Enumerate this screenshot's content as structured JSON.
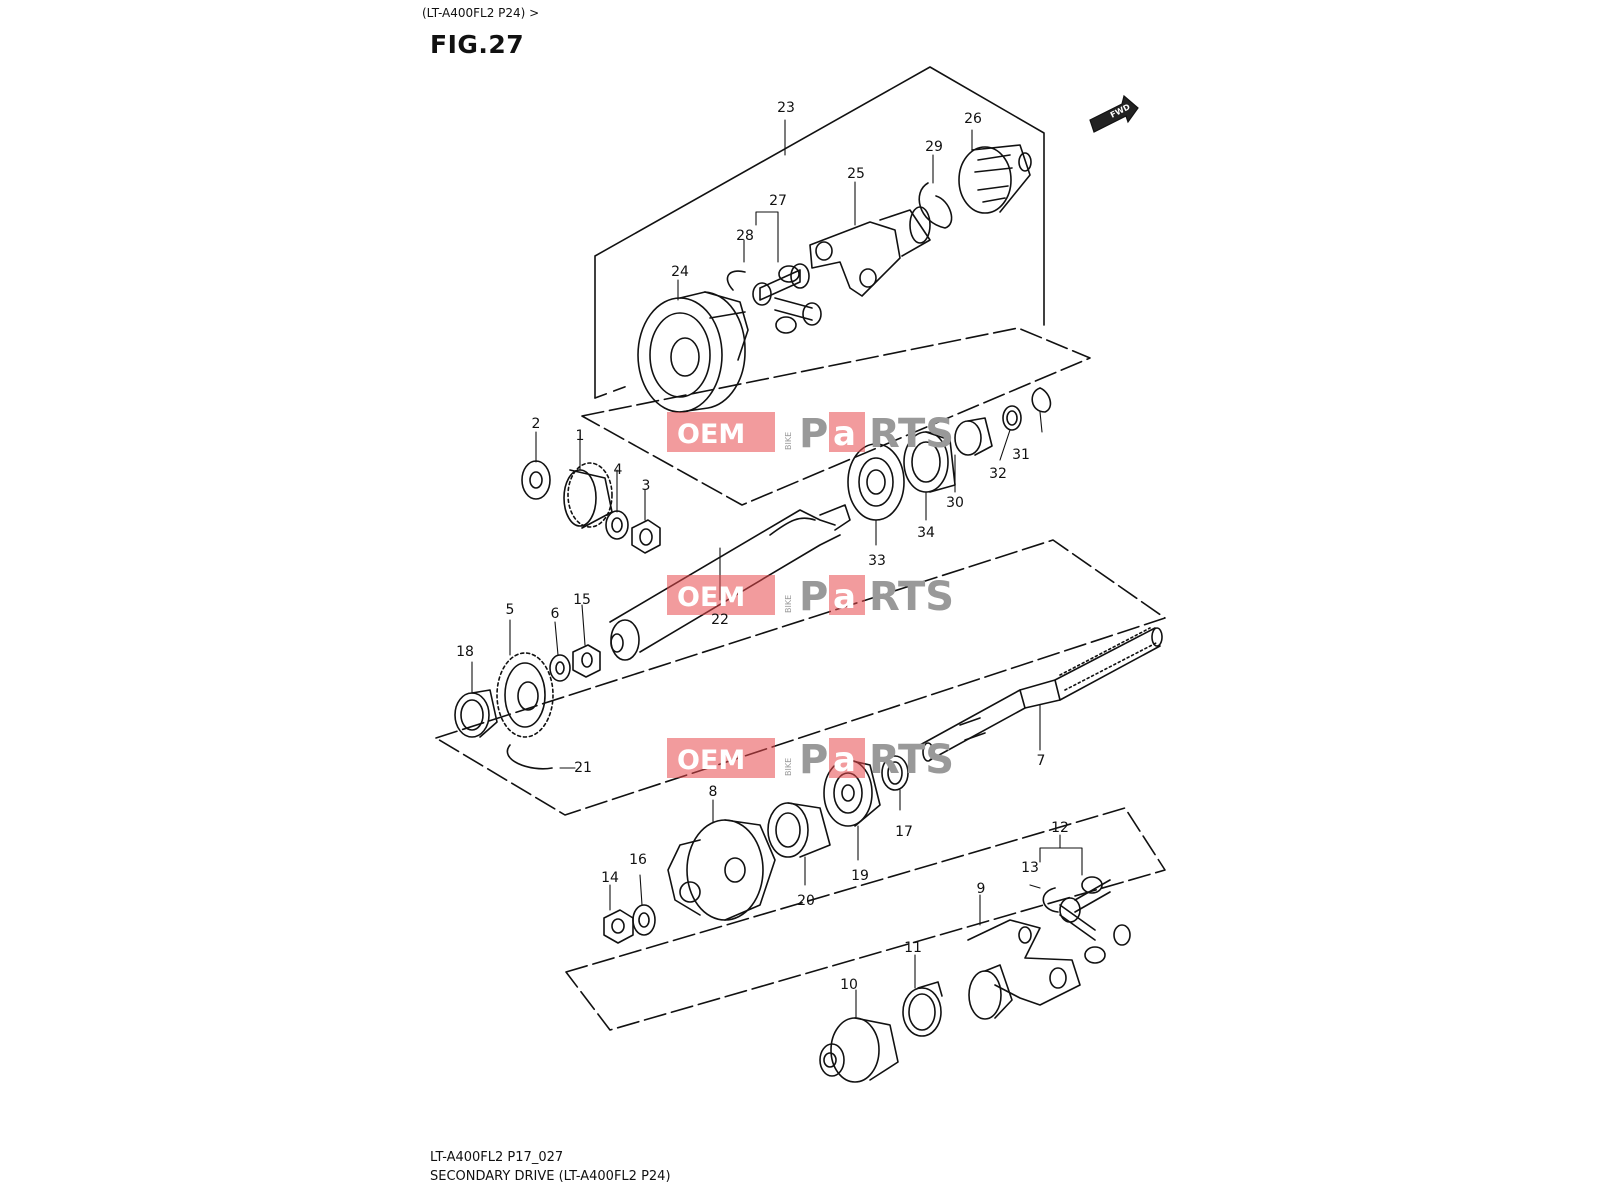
{
  "header": {
    "reference": "(LT-A400FL2 P24) >",
    "figure_title": "FIG.27"
  },
  "footer": {
    "code": "LT-A400FL2 P17_027",
    "caption": "SECONDARY DRIVE (LT-A400FL2 P24)"
  },
  "fwd_label": "FWD",
  "watermark": {
    "oem": "OEM",
    "bike": "BIKE",
    "parts_p": "P",
    "parts_a": "a",
    "parts_rest": "RTS",
    "accent_color": "#e8484d"
  },
  "callouts": {
    "n1": "1",
    "n2": "2",
    "n3": "3",
    "n4": "4",
    "n5": "5",
    "n6": "6",
    "n7": "7",
    "n8": "8",
    "n9": "9",
    "n10": "10",
    "n11": "11",
    "n12": "12",
    "n13": "13",
    "n14": "14",
    "n15": "15",
    "n16": "16",
    "n17": "17",
    "n18": "18",
    "n19": "19",
    "n20": "20",
    "n21": "21",
    "n22": "22",
    "n23": "23",
    "n24": "24",
    "n25": "25",
    "n26": "26",
    "n27": "27",
    "n28": "28",
    "n29": "29",
    "n30": "30",
    "n31": "31",
    "n32": "32",
    "n33": "33",
    "n34": "34"
  }
}
